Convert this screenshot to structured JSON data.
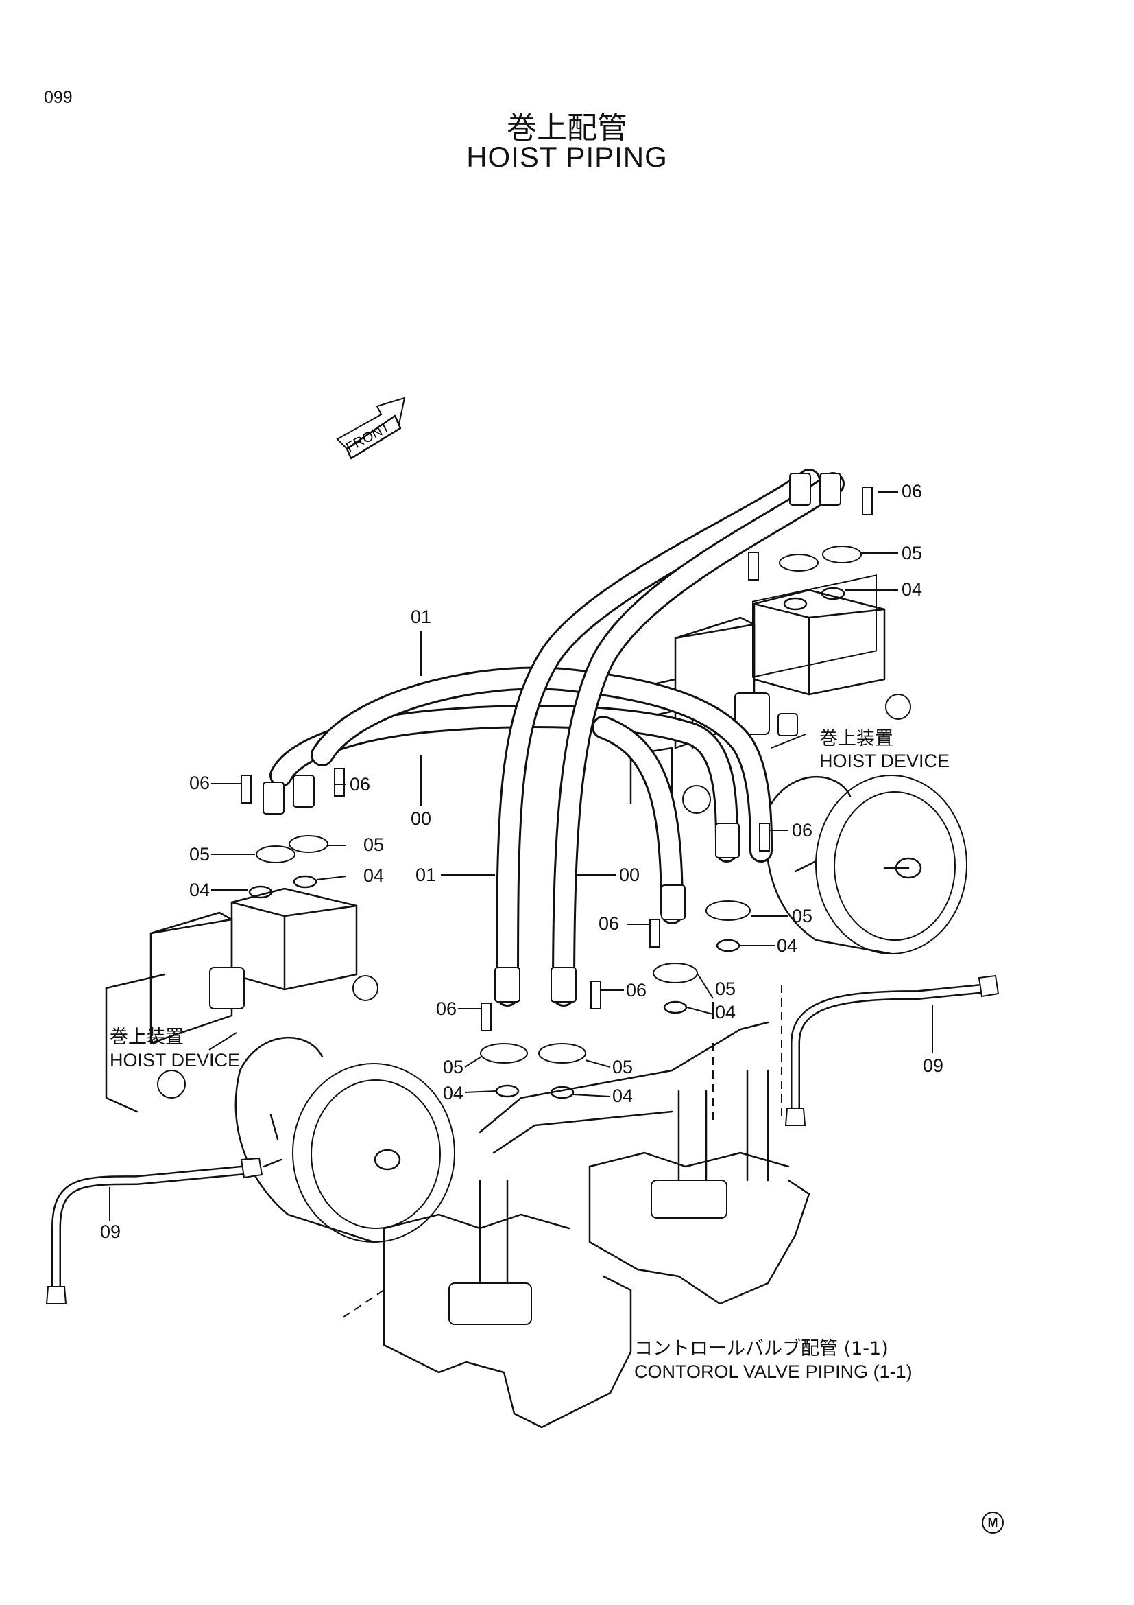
{
  "page_number": "099",
  "title_jp": "巻上配管",
  "title_en": "HOIST PIPING",
  "front_arrow_label": "FRONT",
  "callouts": {
    "c00_upper": "00",
    "c01_upper": "01",
    "c01_mid": "01",
    "c00_mid": "00",
    "c06_ul": "06",
    "c06_ur": "06",
    "c05_ul": "05",
    "c05_ur": "05",
    "c04_ul": "04",
    "c04_ur": "04",
    "c06_tr": "06",
    "c05_tr": "05",
    "c04_tr": "04",
    "c06_rm": "06",
    "c05_rm": "05",
    "c04_rm": "04",
    "c06_cm": "06",
    "c05_cm": "05",
    "c04_cm": "04",
    "c06_bl": "06",
    "c06_bm": "06",
    "c05_bl": "05",
    "c05_bm": "05",
    "c04_bl": "04",
    "c04_bm": "04",
    "c09_right": "09",
    "c09_left": "09"
  },
  "hoist_device_right": {
    "jp": "巻上装置",
    "en": "HOIST DEVICE"
  },
  "hoist_device_left": {
    "jp": "巻上装置",
    "en": "HOIST DEVICE"
  },
  "control_valve_ref": {
    "jp": "コントロールバルブ配管 (1-1)",
    "en": "CONTOROL VALVE PIPING (1-1)"
  },
  "corner_mark": "M"
}
